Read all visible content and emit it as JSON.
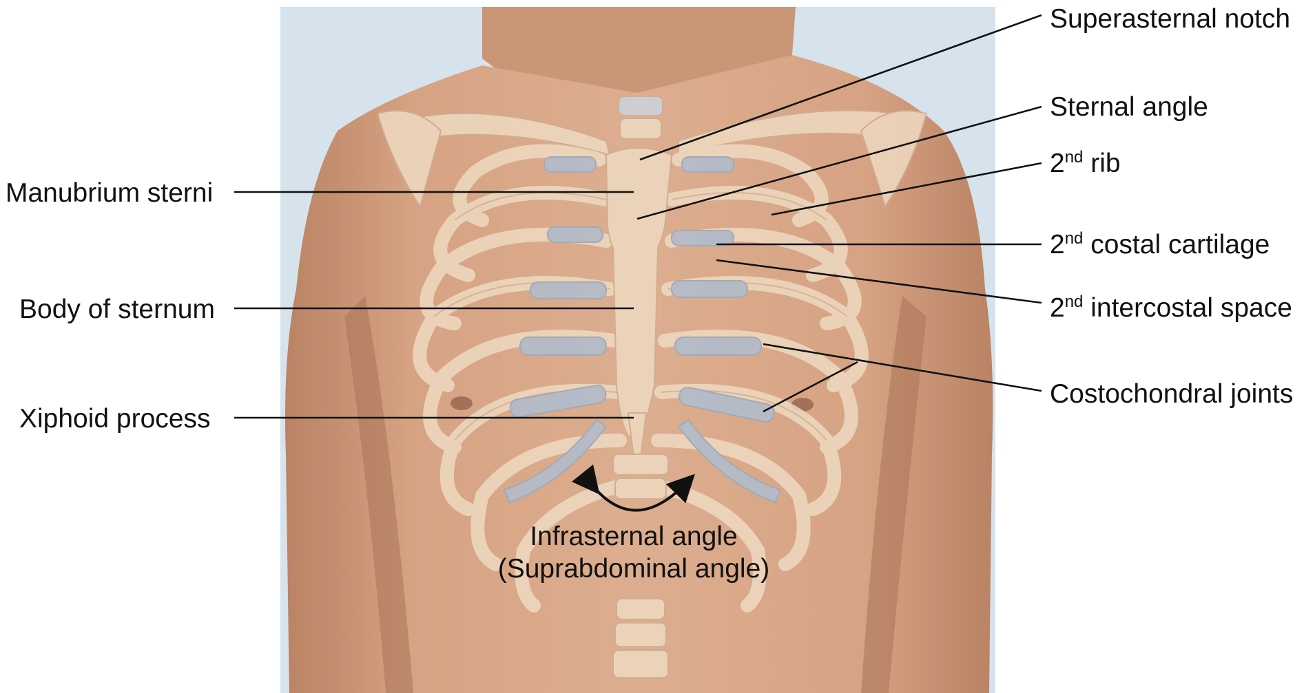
{
  "figure": {
    "colors": {
      "background_panel": "#d6e3ec",
      "skin": "#d6a383",
      "skin_shadow": "#b98364",
      "bone": "#efdcc4",
      "bone_outline": "#cfae93",
      "cartilage": "#aebfd3",
      "leader_line": "#111111"
    },
    "labels": {
      "superasternal_notch": "Superasternal notch",
      "sternal_angle": "Sternal angle",
      "second_rib": {
        "ordinal": "2",
        "suffix": "nd",
        "text": " rib"
      },
      "second_costal_cartilage": {
        "ordinal": "2",
        "suffix": "nd",
        "text": " costal cartilage"
      },
      "second_intercostal_space": {
        "ordinal": "2",
        "suffix": "nd",
        "text": " intercostal space"
      },
      "costochondral_joints": "Costochondral joints",
      "manubrium_sterni": "Manubrium sterni",
      "body_of_sternum": "Body of sternum",
      "xiphoid_process": "Xiphoid process",
      "infrasternal_angle": "Infrasternal angle",
      "suprabdominal_angle": "(Suprabdominal angle)"
    }
  }
}
